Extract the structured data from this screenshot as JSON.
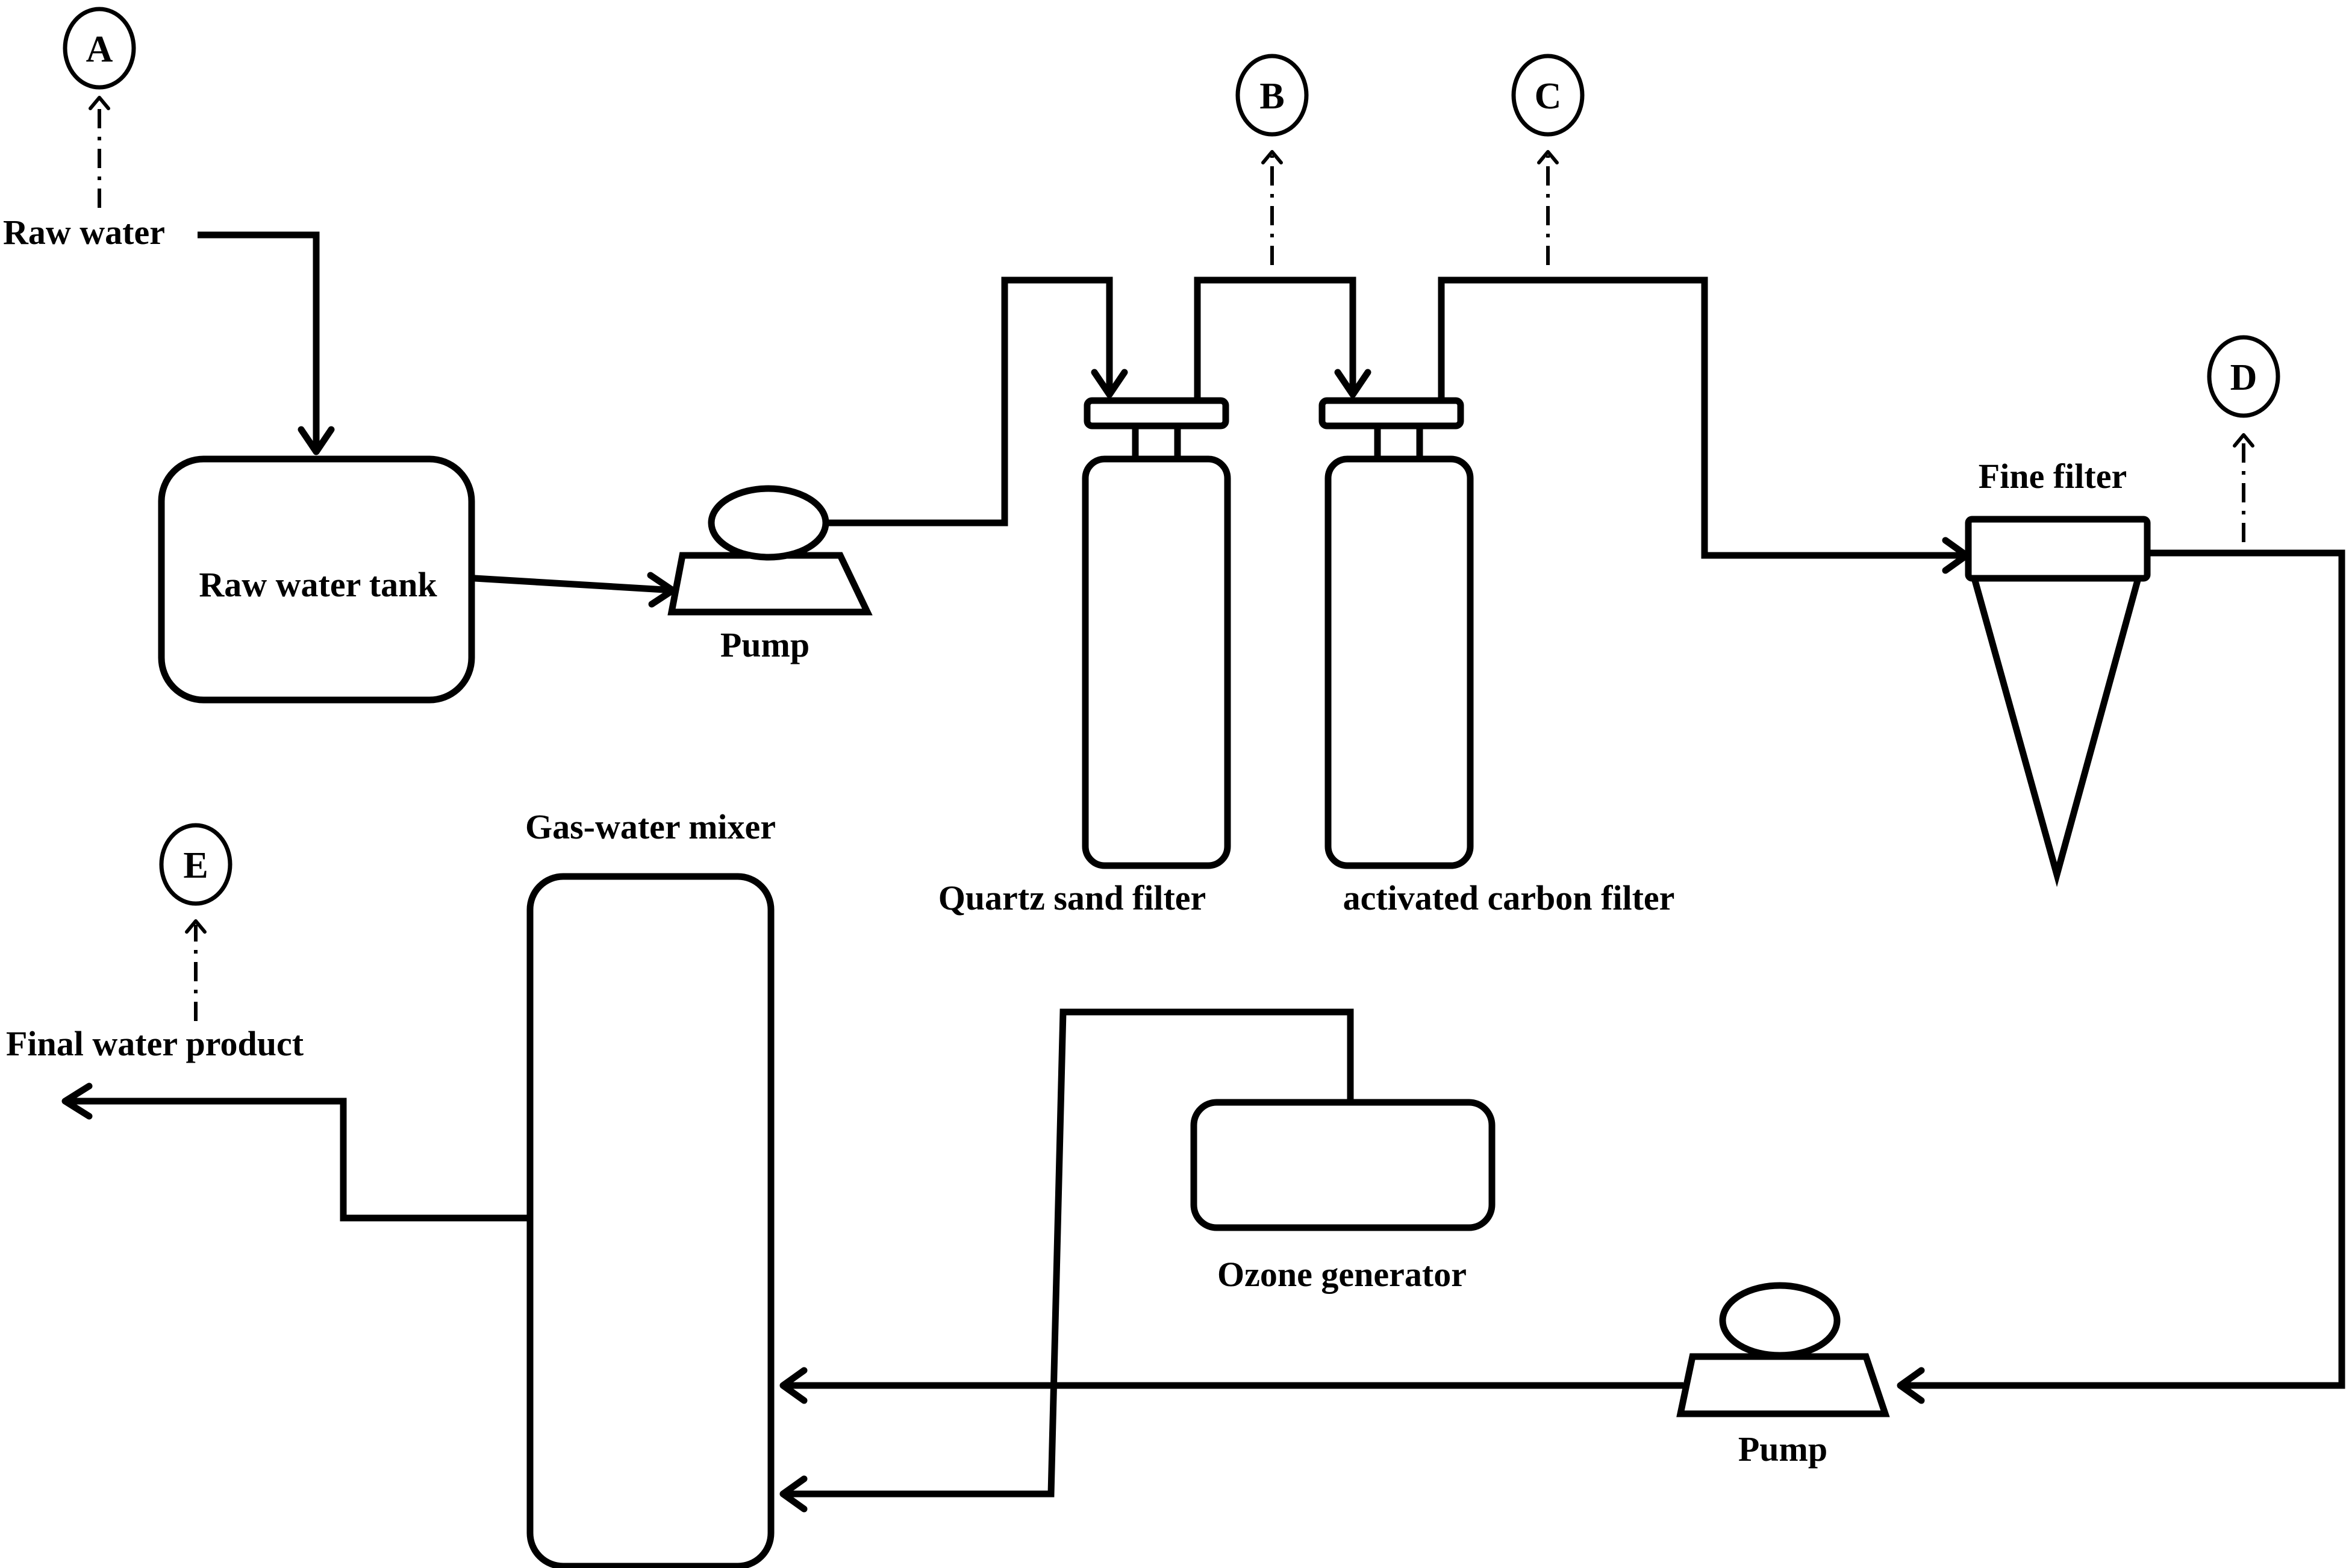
{
  "labels": {
    "raw_water": "Raw water",
    "raw_water_tank": "Raw water tank",
    "pump_1": "Pump",
    "quartz_sand_filter": "Quartz sand filter",
    "activated_carbon_filter": "activated carbon filter",
    "fine_filter": "Fine filter",
    "gas_water_mixer": "Gas-water mixer",
    "ozone_generator": "Ozone generator",
    "pump_2": "Pump",
    "final_water_product": "Final water product"
  },
  "sampling_points": {
    "a": "A",
    "b": "B",
    "c": "C",
    "d": "D",
    "e": "E"
  },
  "colors": {
    "stroke": "#000000",
    "background": "#ffffff"
  }
}
